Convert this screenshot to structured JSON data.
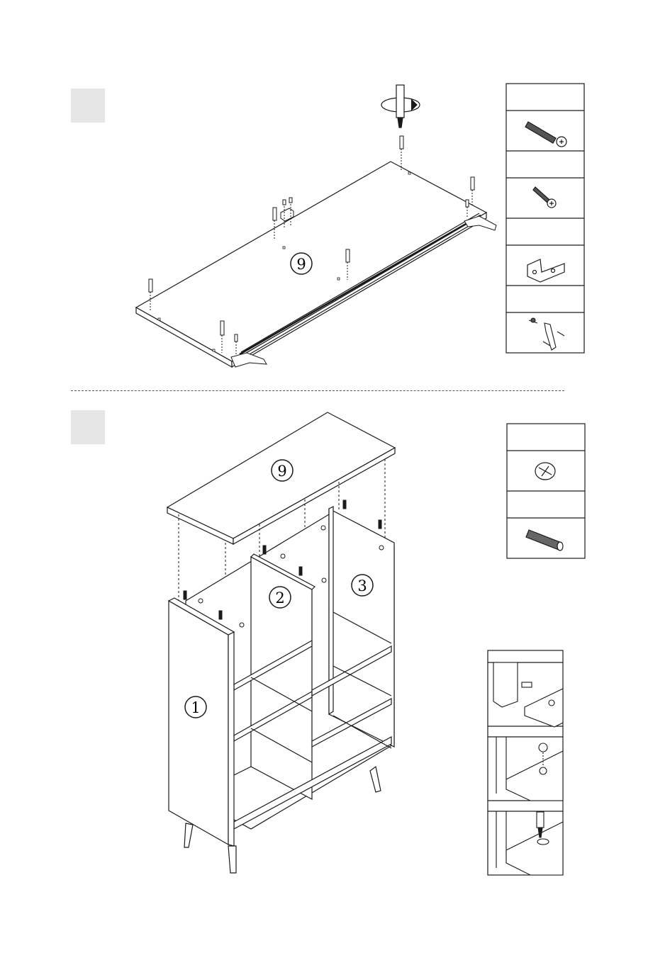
{
  "step1": {
    "part_label": "9"
  },
  "step2": {
    "top_label": "9",
    "left_side_label": "1",
    "middle_label": "2",
    "right_label": "3"
  },
  "hardware_step1": [
    {
      "icon": "cam-bolt-icon"
    },
    {
      "icon": "wood-screw-icon"
    },
    {
      "icon": "l-bracket-icon"
    },
    {
      "icon": "anti-tip-strap-icon"
    }
  ],
  "hardware_step2": [
    {
      "icon": "cam-lock-icon"
    },
    {
      "icon": "wooden-dowel-icon"
    }
  ],
  "detail_steps": [
    {
      "icon": "insert-cam-bolt-icon"
    },
    {
      "icon": "insert-cam-lock-icon"
    },
    {
      "icon": "tighten-cam-lock-icon"
    }
  ],
  "colors": {
    "line": "#1a1a1a",
    "step_box": "#e6e6e6"
  }
}
